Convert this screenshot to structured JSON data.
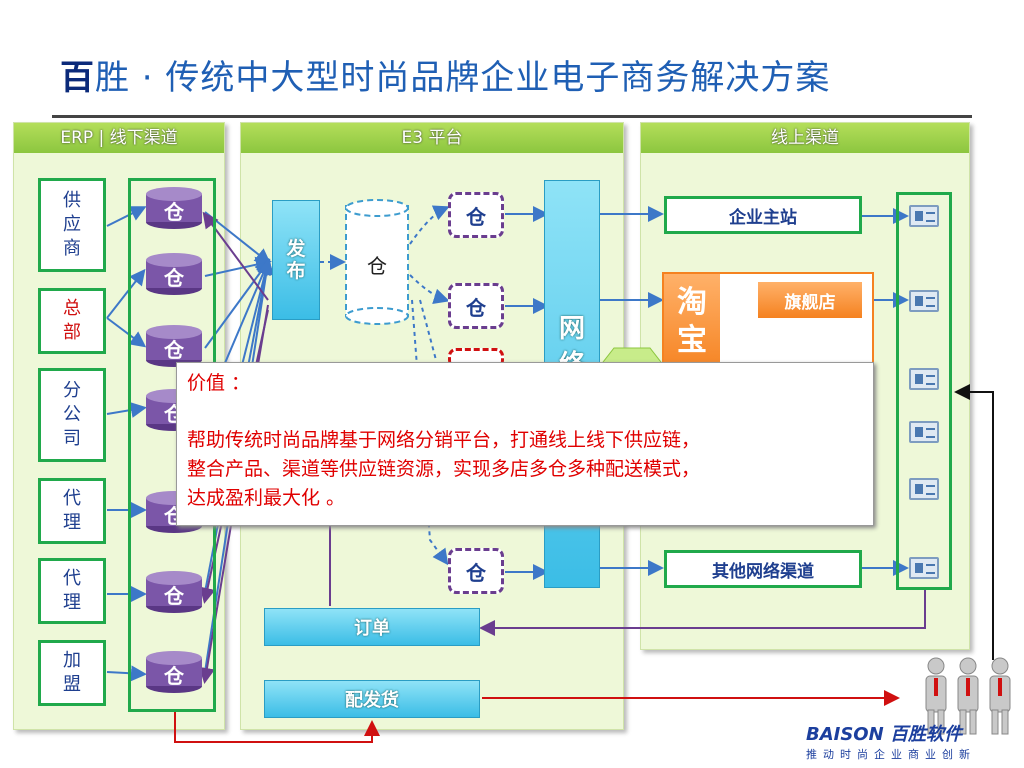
{
  "title": {
    "first_char": "百",
    "rest": "胜 · 传统中大型时尚品牌企业电子商务解决方案"
  },
  "panels": {
    "left_header": "ERP | 线下渠道",
    "middle_header": "E3 平台",
    "right_header": "线上渠道"
  },
  "sources": [
    {
      "text": "供\n应\n商"
    },
    {
      "text": "总\n部"
    },
    {
      "text": "分\n公\n司"
    },
    {
      "text": "代\n理"
    },
    {
      "text": "代\n理"
    },
    {
      "text": "加\n盟"
    }
  ],
  "warehouse_label": "仓",
  "publish_label": "发\n布",
  "network_label": "网\n络",
  "order_label": "订单",
  "delivery_label": "配发货",
  "taobao_label": "淘\n宝",
  "flagship_label": "旗舰店",
  "channels": {
    "main_site": "企业主站",
    "other": "其他网络渠道"
  },
  "value_popup": {
    "heading": "价值 ：",
    "lines": [
      "帮助传统时尚品牌基于网络分销平台，打通线上线下供应链，",
      "整合产品、渠道等供应链资源，实现多店多仓多种配送模式，",
      "达成盈利最大化 。"
    ]
  },
  "logo": {
    "brand": "BAISON 百胜软件",
    "slogan": "推动时尚企业商业创新"
  },
  "colors": {
    "accent_green": "#20a94b",
    "title_blue": "#1f5fb4",
    "value_red": "#e00000",
    "warehouse_purple": "#7b56a8"
  }
}
